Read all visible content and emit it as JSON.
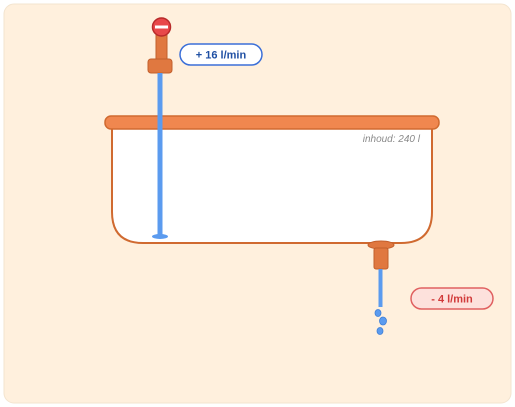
{
  "inflow": {
    "label": "+ 16 l/min",
    "text_color": "#1f4fa3",
    "border_color": "#3b6fd8",
    "fill_color": "#ffffff"
  },
  "outflow": {
    "label": "- 4 l/min",
    "text_color": "#d13a3a",
    "border_color": "#e06060",
    "fill_color": "#fde1dc"
  },
  "tank": {
    "capacity_label": "inhoud: 240 l",
    "fill_level": 0,
    "rim_color": "#f0874f",
    "outline_color": "#d06a30",
    "body_color": "#ffffff"
  },
  "colors": {
    "background": "#fff0dd",
    "water": "#5b9bef",
    "tap_body": "#e07840",
    "tap_handle": "#e8484a",
    "tap_handle_outline": "#b82a2a"
  },
  "icons": {
    "inlet": "faucet-icon",
    "outlet": "drain-pipe-icon",
    "drops": "water-drops-icon"
  }
}
